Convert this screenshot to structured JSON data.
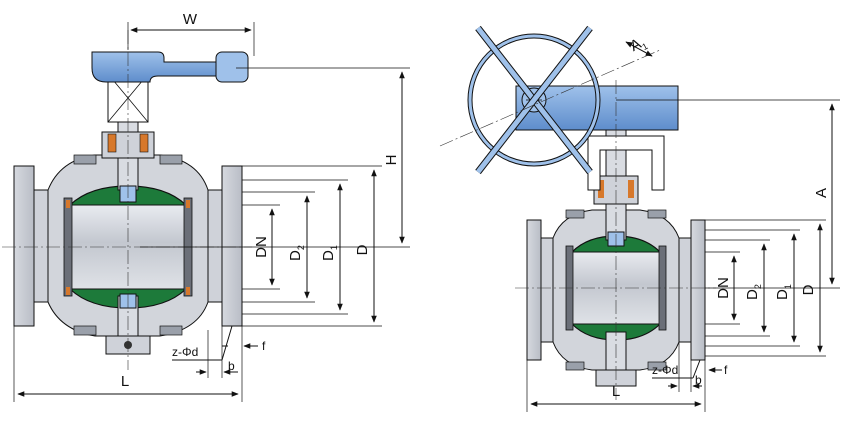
{
  "colors": {
    "body_gray": "#c9ccd3",
    "body_light": "#e7e9ee",
    "ball_green": "#1d7a3a",
    "handle_blue": "#7aa7de",
    "handle_blue_dark": "#4f7fbf",
    "gasket_orange": "#d7782b",
    "outline": "#111111"
  },
  "left_view": {
    "labels": {
      "w": "W",
      "h": "H",
      "dn": "DN",
      "d2": "D",
      "d2_sub": "2",
      "d1": "D",
      "d1_sub": "1",
      "d": "D",
      "l": "L",
      "b": "b",
      "f": "f",
      "bolts": "z-Φd"
    }
  },
  "right_view": {
    "labels": {
      "a1": "A",
      "a1_sub": "1",
      "a": "A",
      "dn": "DN",
      "d2": "D",
      "d2_sub": "2",
      "d1": "D",
      "d1_sub": "1",
      "d": "D",
      "l": "L",
      "b": "b",
      "f": "f",
      "bolts": "z-Φd"
    }
  }
}
